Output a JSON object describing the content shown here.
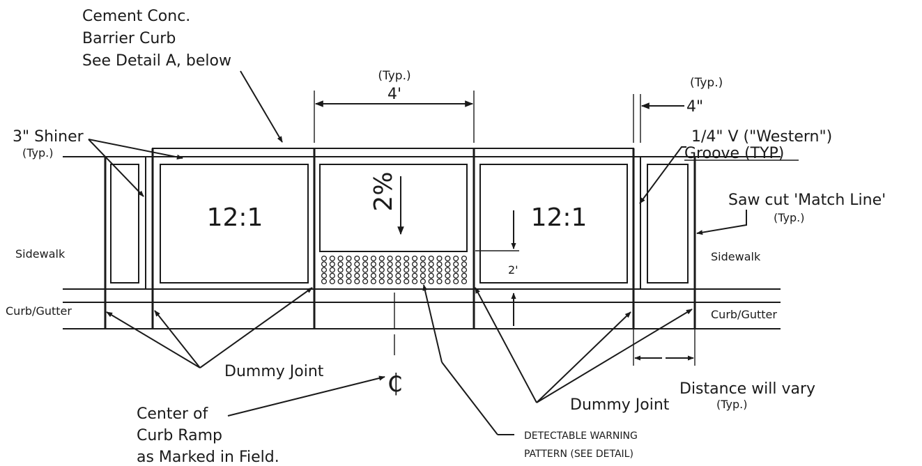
{
  "labels": {
    "barrier_curb": [
      "Cement Conc.",
      "Barrier Curb",
      "See Detail A, below"
    ],
    "shiner": "3\" Shiner",
    "shiner_typ": "(Typ.)",
    "width_typ": "(Typ.)",
    "width": "4'",
    "groove_width_typ": "(Typ.)",
    "groove_width": "4\"",
    "groove": [
      "1/4\" V (\"Western\")",
      "Groove (TYP)"
    ],
    "slope_left": "12:1",
    "slope_right": "12:1",
    "grade": "2%",
    "sidewalk_left": "Sidewalk",
    "sidewalk_right": "Sidewalk",
    "curb_gutter_left": "Curb/Gutter",
    "curb_gutter_right": "Curb/Gutter",
    "saw_cut": "Saw cut 'Match Line'",
    "saw_cut_typ": "(Typ.)",
    "warning_depth": "2'",
    "dummy_joint_left": "Dummy Joint",
    "dummy_joint_right": "Dummy Joint",
    "centerline": "₵",
    "distance_vary": "Distance will vary",
    "distance_typ": "(Typ.)",
    "center_ramp": [
      "Center of",
      "Curb Ramp",
      "as Marked in Field."
    ],
    "detectable_warning": [
      "DETECTABLE WARNING",
      "PATTERN (SEE DETAIL)"
    ]
  }
}
